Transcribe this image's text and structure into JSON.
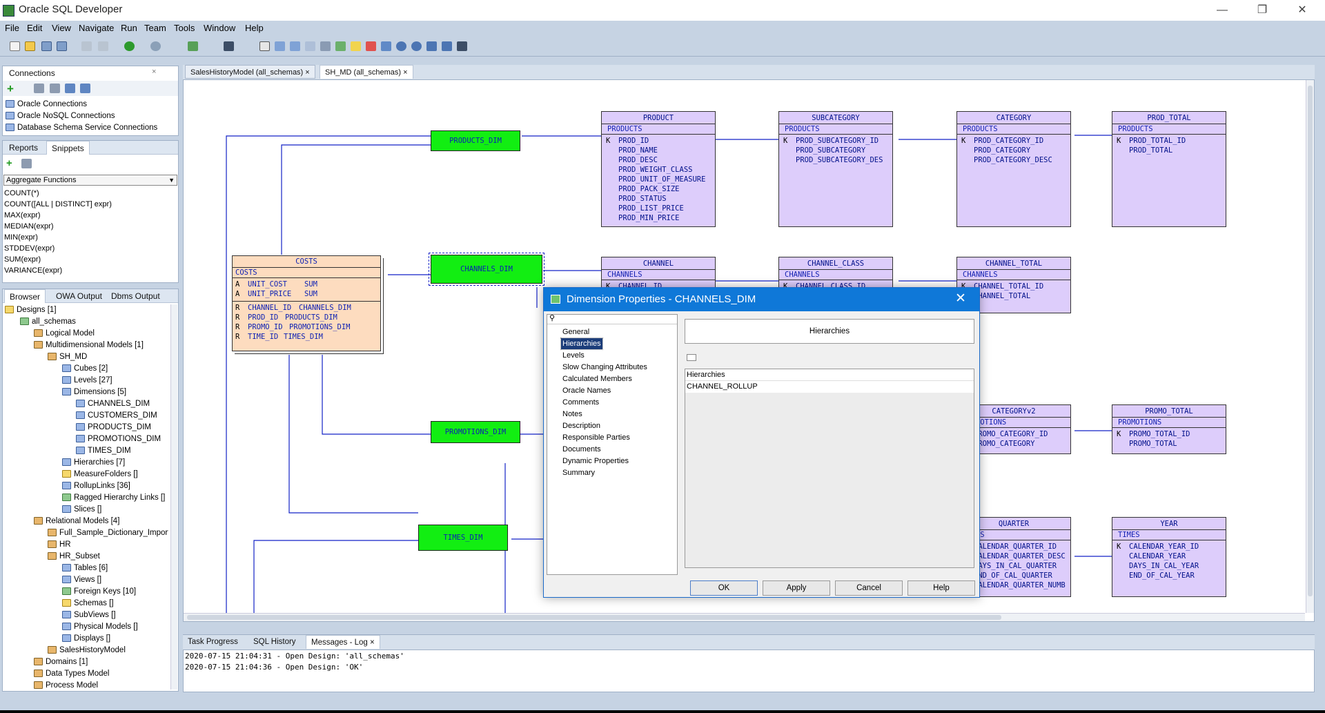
{
  "window": {
    "title": "Oracle SQL Developer"
  },
  "menu": [
    "File",
    "Edit",
    "View",
    "Navigate",
    "Run",
    "Team",
    "Tools",
    "Window",
    "Help"
  ],
  "connections_panel": {
    "title": "Connections",
    "items": [
      "Oracle Connections",
      "Oracle NoSQL Connections",
      "Database Schema Service Connections"
    ]
  },
  "snippets_panel": {
    "tabs": [
      "Reports",
      "Snippets"
    ],
    "dropdown": "Aggregate Functions",
    "items": [
      "COUNT(*)",
      "COUNT([ALL | DISTINCT] expr)",
      "MAX(expr)",
      "MEDIAN(expr)",
      "MIN(expr)",
      "STDDEV(expr)",
      "SUM(expr)",
      "VARIANCE(expr)"
    ]
  },
  "browser_panel": {
    "tabs": [
      "Browser",
      "OWA Output",
      "Dbms Output"
    ],
    "tree": [
      "Designs [1]",
      "all_schemas",
      "Logical Model",
      "Multidimensional Models [1]",
      "SH_MD",
      "Cubes [2]",
      "Levels [27]",
      "Dimensions [5]",
      "CHANNELS_DIM",
      "CUSTOMERS_DIM",
      "PRODUCTS_DIM",
      "PROMOTIONS_DIM",
      "TIMES_DIM",
      "Hierarchies [7]",
      "MeasureFolders []",
      "RollupLinks [36]",
      "Ragged Hierarchy Links []",
      "Slices []",
      "Relational Models [4]",
      "Full_Sample_Dictionary_Import",
      "HR",
      "HR_Subset",
      "Tables [6]",
      "Views []",
      "Foreign Keys [10]",
      "Schemas []",
      "SubViews []",
      "Physical Models []",
      "Displays []",
      "SalesHistoryModel",
      "Domains [1]",
      "Data Types Model",
      "Process Model"
    ]
  },
  "editor_tabs": [
    "SalesHistoryModel (all_schemas)",
    "SH_MD (all_schemas)"
  ],
  "diagram": {
    "entities": [
      {
        "name": "PRODUCT",
        "sub": "PRODUCTS",
        "attrs": [
          [
            "K",
            "PROD_ID"
          ],
          [
            "",
            "PROD_NAME"
          ],
          [
            "",
            "PROD_DESC"
          ],
          [
            "",
            "PROD_WEIGHT_CLASS"
          ],
          [
            "",
            "PROD_UNIT_OF_MEASURE"
          ],
          [
            "",
            "PROD_PACK_SIZE"
          ],
          [
            "",
            "PROD_STATUS"
          ],
          [
            "",
            "PROD_LIST_PRICE"
          ],
          [
            "",
            "PROD_MIN_PRICE"
          ]
        ]
      },
      {
        "name": "SUBCATEGORY",
        "sub": "PRODUCTS",
        "attrs": [
          [
            "K",
            "PROD_SUBCATEGORY_ID"
          ],
          [
            "",
            "PROD_SUBCATEGORY"
          ],
          [
            "",
            "PROD_SUBCATEGORY_DES"
          ]
        ]
      },
      {
        "name": "CATEGORY",
        "sub": "PRODUCTS",
        "attrs": [
          [
            "K",
            "PROD_CATEGORY_ID"
          ],
          [
            "",
            "PROD_CATEGORY"
          ],
          [
            "",
            "PROD_CATEGORY_DESC"
          ]
        ]
      },
      {
        "name": "PROD_TOTAL",
        "sub": "PRODUCTS",
        "attrs": [
          [
            "K",
            "PROD_TOTAL_ID"
          ],
          [
            "",
            "PROD_TOTAL"
          ]
        ]
      },
      {
        "name": "CHANNEL",
        "sub": "CHANNELS",
        "attrs": [
          [
            "K",
            "CHANNEL_ID"
          ]
        ]
      },
      {
        "name": "CHANNEL_CLASS",
        "sub": "CHANNELS",
        "attrs": [
          [
            "K",
            "CHANNEL_CLASS_ID"
          ]
        ]
      },
      {
        "name": "CHANNEL_TOTAL",
        "sub": "CHANNELS",
        "attrs": [
          [
            "K",
            "CHANNEL_TOTAL_ID"
          ],
          [
            "",
            "CHANNEL_TOTAL"
          ]
        ]
      },
      {
        "name": "CATEGORYv2",
        "sub": "PROMOTIONS",
        "attrs": [
          [
            "",
            "PROMO_CATEGORY_ID"
          ],
          [
            "",
            "PROMO_CATEGORY"
          ]
        ]
      },
      {
        "name": "PROMO_TOTAL",
        "sub": "PROMOTIONS",
        "attrs": [
          [
            "K",
            "PROMO_TOTAL_ID"
          ],
          [
            "",
            "PROMO_TOTAL"
          ]
        ]
      },
      {
        "name": "QUARTER",
        "sub": "TIMES",
        "attrs": [
          [
            "",
            "CALENDAR_QUARTER_ID"
          ],
          [
            "",
            "CALENDAR_QUARTER_DESC"
          ],
          [
            "",
            "DAYS_IN_CAL_QUARTER"
          ],
          [
            "",
            "END_OF_CAL_QUARTER"
          ],
          [
            "",
            "CALENDAR_QUARTER_NUMB"
          ]
        ]
      },
      {
        "name": "YEAR",
        "sub": "TIMES",
        "attrs": [
          [
            "K",
            "CALENDAR_YEAR_ID"
          ],
          [
            "",
            "CALENDAR_YEAR"
          ],
          [
            "",
            "DAYS_IN_CAL_YEAR"
          ],
          [
            "",
            "END_OF_CAL_YEAR"
          ]
        ]
      }
    ],
    "dimensions": [
      "PRODUCTS_DIM",
      "CHANNELS_DIM",
      "PROMOTIONS_DIM",
      "TIMES_DIM"
    ],
    "cube": {
      "name": "COSTS",
      "sub": "COSTS",
      "measures": [
        [
          "A",
          "UNIT_COST",
          "SUM"
        ],
        [
          "A",
          "UNIT_PRICE",
          "SUM"
        ]
      ],
      "refs": [
        [
          "R",
          "CHANNEL_ID",
          "CHANNELS_DIM"
        ],
        [
          "R",
          "PROD_ID",
          "PRODUCTS_DIM"
        ],
        [
          "R",
          "PROMO_ID",
          "PROMOTIONS_DIM"
        ],
        [
          "R",
          "TIME_ID",
          "TIMES_DIM"
        ]
      ]
    }
  },
  "dialog": {
    "title": "Dimension Properties - CHANNELS_DIM",
    "nav": [
      "General",
      "Hierarchies",
      "Levels",
      "Slow Changing Attributes",
      "Calculated Members",
      "Oracle Names",
      "Comments",
      "Notes",
      "Description",
      "Responsible Parties",
      "Documents",
      "Dynamic Properties",
      "Summary"
    ],
    "selected": "Hierarchies",
    "section_title": "Hierarchies",
    "table_header": "Hierarchies",
    "table_rows": [
      "CHANNEL_ROLLUP"
    ],
    "buttons": {
      "ok": "OK",
      "apply": "Apply",
      "cancel": "Cancel",
      "help": "Help"
    }
  },
  "bottom_tabs": [
    "Task Progress",
    "SQL History",
    "Messages - Log"
  ],
  "log_lines": [
    "2020-07-15 21:04:31 - Open Design: 'all_schemas'",
    "2020-07-15 21:04:36 - Open Design: 'OK'"
  ],
  "colors": {
    "accent": "#0f78d8",
    "dim_fill": "#12ee12",
    "entity_fill": "#ddcdfb",
    "cube_fill": "#fddcbf",
    "app_bg": "#c6d3e3"
  }
}
